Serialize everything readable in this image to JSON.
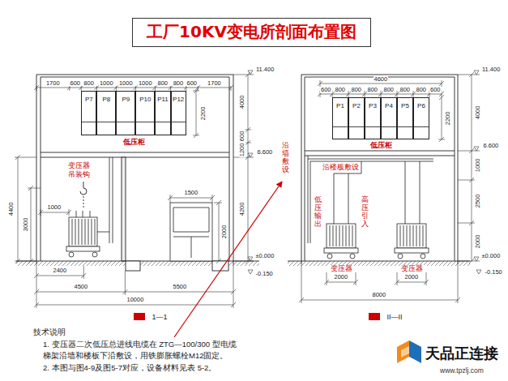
{
  "diagram": {
    "title": "工厂10KV变电所剖面布置图",
    "nodes": [
      {
        "text": [
          "P7"
        ]
      },
      {
        "text": [
          "P8"
        ]
      },
      {
        "text": [
          "P9"
        ]
      },
      {
        "text": [
          "P10"
        ]
      },
      {
        "text": [
          "P11"
        ]
      },
      {
        "text": [
          "P12"
        ]
      },
      {
        "text": [
          "P1"
        ]
      },
      {
        "text": [
          "P2"
        ]
      },
      {
        "text": [
          "P3"
        ]
      },
      {
        "text": [
          "P4"
        ]
      },
      {
        "text": [
          "P5"
        ]
      },
      {
        "text": [
          "P6"
        ]
      }
    ],
    "labels": [
      "1700",
      "600",
      "800",
      "1000",
      "1000",
      "1000",
      "800",
      "800",
      "600",
      "1700",
      "2200",
      "低压柜",
      "11.400",
      "4000",
      "600",
      "1200",
      "6.600",
      "变压器 吊装钩",
      "4400",
      "3000",
      "1000",
      "4200",
      "1500",
      "2000",
      "±0.000",
      "-0.150",
      "2400",
      "4500",
      "5500",
      "10000",
      "1—1",
      "4600",
      "600",
      "800",
      "800",
      "800",
      "800",
      "800",
      "800",
      "600",
      "2200",
      "低压柜",
      "11.400",
      "4000",
      "6.600",
      "沿墙敷设",
      "沿楼板敷设",
      "1000",
      "低压输出",
      "高压引入",
      "2500",
      "2000",
      "±0.000",
      "-0.150",
      "变压器",
      "变压器",
      "2000",
      "2000",
      "8000",
      "II—II",
      "技术说明",
      "1. 变压器二次低压总进线电缆在 ZTG—100/300 型电缆 梯架沿墙和楼板下沿敷设，用铁膨胀螺栓M12固定。",
      "2. 本图与图4-9及图5-7对应，设备材料见表 5-2。",
      "天品正连接",
      "www.tpzlj.com"
    ]
  }
}
